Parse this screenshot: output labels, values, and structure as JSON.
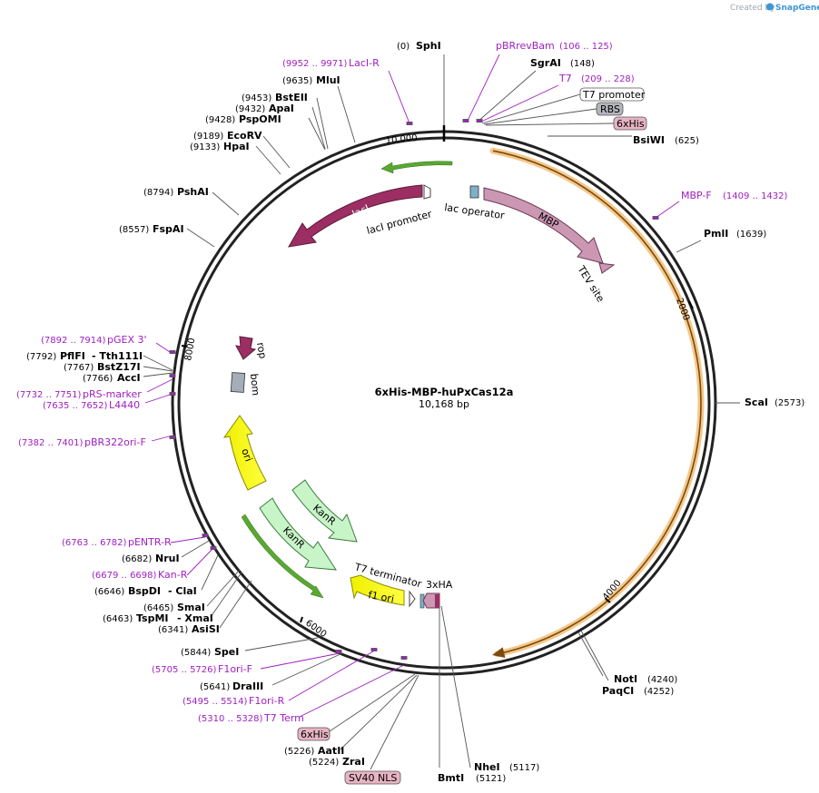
{
  "credit": {
    "created_by": "Created by",
    "brand": "SnapGene"
  },
  "plasmid": {
    "name": "6xHis-MBP-huPxCas12a",
    "size": "10,168 bp"
  },
  "ticks": {
    "t10000": "10,000",
    "t2000": "2000",
    "t4000": "4000",
    "t6000": "6000",
    "t8000": "8000"
  },
  "enzymes": {
    "sphI": {
      "pos": "(0)",
      "name": "SphI"
    },
    "sgrAI": {
      "pos": "(148)",
      "name": "SgrAI"
    },
    "bsiWI": {
      "pos": "(625)",
      "name": "BsiWI"
    },
    "pmlI": {
      "pos": "(1639)",
      "name": "PmlI"
    },
    "scaI": {
      "pos": "(2573)",
      "name": "ScaI"
    },
    "notI": {
      "pos": "(4240)",
      "name": "NotI"
    },
    "paqCI": {
      "pos": "(4252)",
      "name": "PaqCI"
    },
    "nheI": {
      "pos": "(5117)",
      "name": "NheI"
    },
    "bmtI": {
      "pos": "(5121)",
      "name": "BmtI"
    },
    "aatII": {
      "pos": "(5226)",
      "name": "AatII"
    },
    "zraI": {
      "pos": "(5224)",
      "name": "ZraI"
    },
    "draIII": {
      "pos": "(5641)",
      "name": "DraIII"
    },
    "speI": {
      "pos": "(5844)",
      "name": "SpeI"
    },
    "asiSI": {
      "pos": "(6341)",
      "name": "AsiSI"
    },
    "tspMI": {
      "pos": "(6463)",
      "name": "TspMI",
      "iso": "XmaI"
    },
    "smaI": {
      "pos": "(6465)",
      "name": "SmaI"
    },
    "bspDI": {
      "pos": "(6646)",
      "name": "BspDI",
      "iso": "ClaI"
    },
    "nruI": {
      "pos": "(6682)",
      "name": "NruI"
    },
    "accI": {
      "pos": "(7766)",
      "name": "AccI"
    },
    "bstZ17I": {
      "pos": "(7767)",
      "name": "BstZ17I"
    },
    "pflFI": {
      "pos": "(7792)",
      "name": "PflFI",
      "iso": "Tth111I"
    },
    "fspAI": {
      "pos": "(8557)",
      "name": "FspAI"
    },
    "pshAI": {
      "pos": "(8794)",
      "name": "PshAI"
    },
    "hpaI": {
      "pos": "(9133)",
      "name": "HpaI"
    },
    "ecoRV": {
      "pos": "(9189)",
      "name": "EcoRV"
    },
    "pspOMI": {
      "pos": "(9428)",
      "name": "PspOMI"
    },
    "apaI": {
      "pos": "(9432)",
      "name": "ApaI"
    },
    "bstEII": {
      "pos": "(9453)",
      "name": "BstEII"
    },
    "mluI": {
      "pos": "(9635)",
      "name": "MluI"
    }
  },
  "primers": {
    "laci_r": {
      "range": "(9952 .. 9971)",
      "name": "LacI-R"
    },
    "pbrrevbam": {
      "name": "pBRrevBam",
      "range": "(106 .. 125)"
    },
    "t7": {
      "name": "T7",
      "range": "(209 .. 228)"
    },
    "mbp_f": {
      "name": "MBP-F",
      "range": "(1409 .. 1432)"
    },
    "pgex3": {
      "range": "(7892 .. 7914)",
      "name": "pGEX 3'"
    },
    "prs_marker": {
      "range": "(7732 .. 7751)",
      "name": "pRS-marker"
    },
    "l4440": {
      "range": "(7635 .. 7652)",
      "name": "L4440"
    },
    "pbr322ori_f": {
      "range": "(7382 .. 7401)",
      "name": "pBR322ori-F"
    },
    "pentr_r": {
      "range": "(6763 .. 6782)",
      "name": "pENTR-R"
    },
    "kan_r": {
      "range": "(6679 .. 6698)",
      "name": "Kan-R"
    },
    "f1ori_f": {
      "range": "(5705 .. 5726)",
      "name": "F1ori-F"
    },
    "f1ori_r": {
      "range": "(5495 .. 5514)",
      "name": "F1ori-R"
    },
    "t7term": {
      "range": "(5310 .. 5328)",
      "name": "T7 Term"
    }
  },
  "boxes": {
    "t7promoter": "T7 promoter",
    "rbs": "RBS",
    "his_top": "6xHis",
    "his_bottom": "6xHis",
    "sv40": "SV40 NLS"
  },
  "features": {
    "laci": "lacI",
    "laci_promoter": "lacI promoter",
    "lac_operator": "lac operator",
    "mbp": "MBP",
    "tev": "TEV site",
    "rop": "rop",
    "bom": "bom",
    "ori": "ori",
    "kanr1": "KanR",
    "kanr2": "KanR",
    "t7_terminator": "T7 terminator",
    "f1_ori": "f1 ori",
    "ha3": "3xHA"
  },
  "colors": {
    "primer": "#a020c0",
    "laci": "#9c2e63",
    "mbp": "#cb97b3",
    "ori": "#ffff00",
    "kanr": "#c8f5c8",
    "cds": "#f5b446",
    "his_box": "#e8b4c4",
    "rbs_box": "#b4b4bc"
  }
}
